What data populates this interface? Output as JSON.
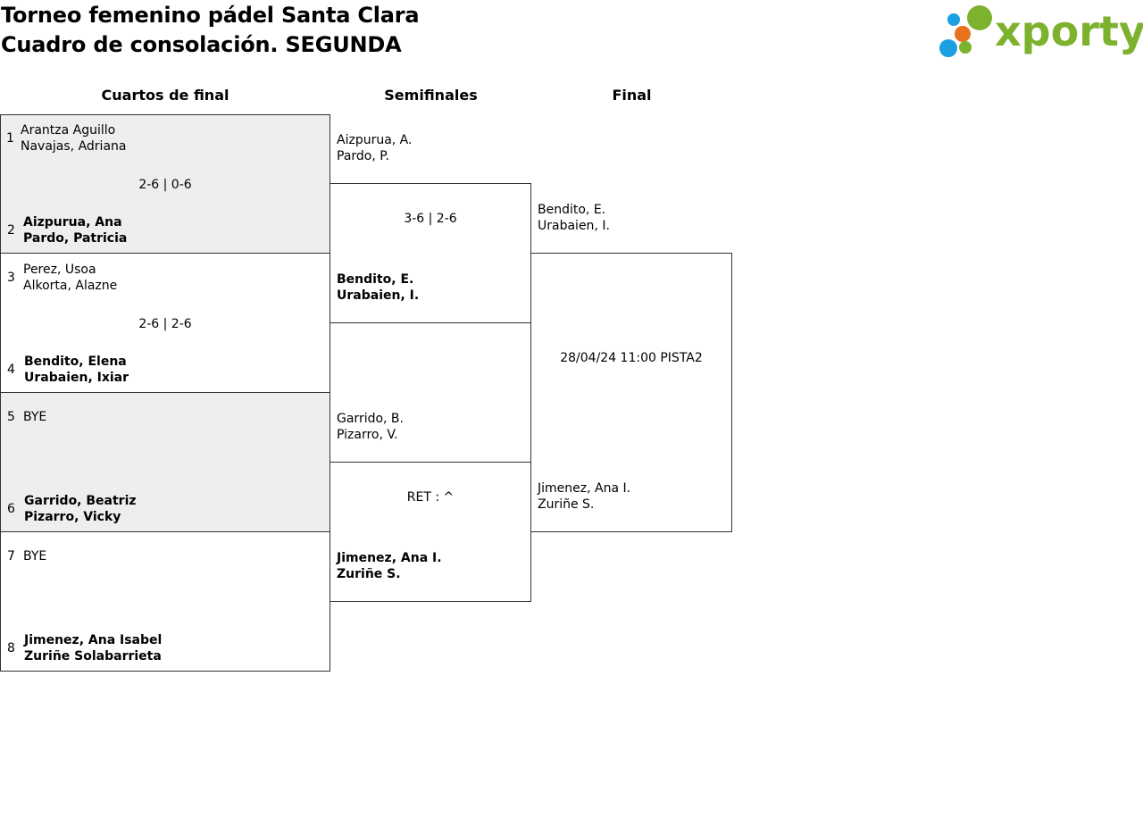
{
  "header": {
    "title_line1": "Torneo femenino pádel Santa Clara",
    "title_line2": "Cuadro de consolación. SEGUNDA",
    "logo_text": "xporty",
    "logo_colors": [
      "#1aa0e0",
      "#e8731c",
      "#7db22e"
    ]
  },
  "columns": {
    "quarterfinals": "Cuartos de final",
    "semifinals": "Semifinales",
    "final": "Final"
  },
  "quarterfinals": [
    {
      "shaded": true,
      "top": {
        "seed": "1",
        "line1": "Arantza Aguillo",
        "line2": "Navajas, Adriana",
        "winner": false
      },
      "result": "2-6 | 0-6",
      "bottom": {
        "seed": "2",
        "line1": "Aizpurua, Ana",
        "line2": "Pardo, Patricia",
        "winner": true
      }
    },
    {
      "shaded": false,
      "top": {
        "seed": "3",
        "line1": "Perez, Usoa",
        "line2": "Alkorta, Alazne",
        "winner": false
      },
      "result": "2-6 | 2-6",
      "bottom": {
        "seed": "4",
        "line1": "Bendito, Elena",
        "line2": "Urabaien, Ixiar",
        "winner": true
      }
    },
    {
      "shaded": true,
      "top": {
        "seed": "5",
        "line1": "BYE",
        "line2": "",
        "winner": false
      },
      "result": "",
      "bottom": {
        "seed": "6",
        "line1": "Garrido, Beatriz",
        "line2": "Pizarro, Vicky",
        "winner": true
      }
    },
    {
      "shaded": false,
      "top": {
        "seed": "7",
        "line1": "BYE",
        "line2": "",
        "winner": false
      },
      "result": "",
      "bottom": {
        "seed": "8",
        "line1": "Jimenez, Ana Isabel",
        "line2": "Zuriñe Solabarrieta",
        "winner": true
      }
    }
  ],
  "semifinals": [
    {
      "top": {
        "line1": "Aizpurua, A.",
        "line2": "Pardo, P."
      },
      "result": "3-6 | 2-6",
      "bottom": {
        "line1": "Bendito, E.",
        "line2": "Urabaien, I."
      }
    },
    {
      "top": {
        "line1": "Garrido, B.",
        "line2": "Pizarro, V."
      },
      "result": "RET : ^",
      "bottom": {
        "line1": "Jimenez, Ana I.",
        "line2": "Zuriñe S."
      }
    }
  ],
  "final": {
    "top": {
      "line1": "Bendito, E.",
      "line2": "Urabaien, I."
    },
    "schedule": "28/04/24 11:00 PISTA2",
    "bottom": {
      "line1": "Jimenez, Ana I.",
      "line2": "Zuriñe S."
    }
  }
}
